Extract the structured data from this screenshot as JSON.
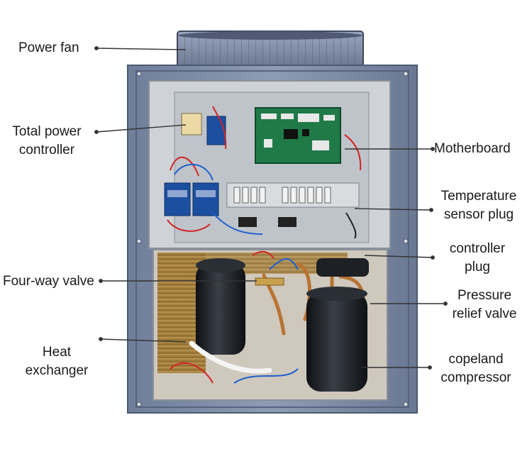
{
  "labels": {
    "power_fan": "Power fan",
    "total_power_controller": [
      "Total power",
      "controller"
    ],
    "four_way_valve": "Four-way valve",
    "heat_exchanger": [
      "Heat",
      "exchanger"
    ],
    "motherboard": "Motherboard",
    "temperature_sensor_plug": [
      "Temperature",
      "sensor plug"
    ],
    "controller_plug": [
      "controller",
      "plug"
    ],
    "pressure_relief_valve": [
      "Pressure",
      "relief valve"
    ],
    "copeland_compressor": [
      "copeland",
      "compressor"
    ]
  },
  "colors": {
    "cabinet": "#7f8ea8",
    "cabinet_dark": "#5d6b84",
    "panel": "#c9cdd2",
    "panel_inner": "#b7bcc2",
    "board_green": "#1f7a48",
    "compressor": "#1c1f24",
    "copper": "#b87333",
    "leader_line": "#333333"
  }
}
